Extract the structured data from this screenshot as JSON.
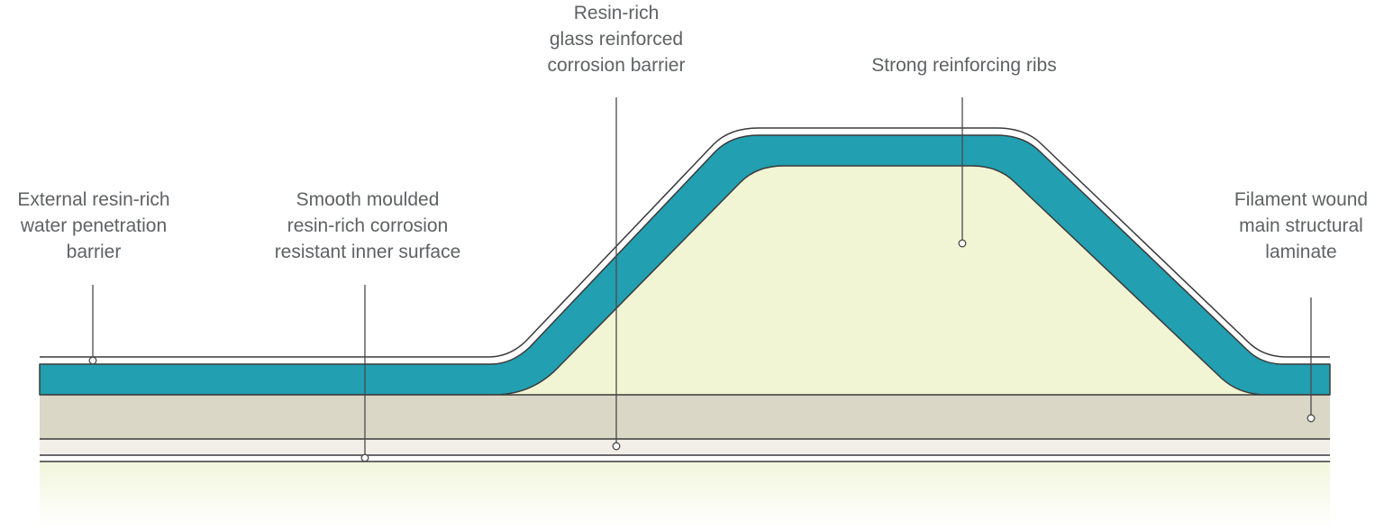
{
  "diagram": {
    "labels": {
      "external": {
        "lines": [
          "External resin-rich",
          "water penetration",
          "barrier"
        ]
      },
      "inner_surface": {
        "lines": [
          "Smooth moulded",
          "resin-rich corrosion",
          "resistant inner surface"
        ]
      },
      "corrosion_barrier": {
        "lines": [
          "Resin-rich",
          "glass reinforced",
          "corrosion barrier"
        ]
      },
      "ribs": {
        "lines": [
          "Strong reinforcing ribs"
        ]
      },
      "filament": {
        "lines": [
          "Filament wound",
          "main structural",
          "laminate"
        ]
      }
    },
    "colors": {
      "outer_barrier": "#229fb0",
      "rib_core": "#f1f5d4",
      "main_laminate": "#dad7c6",
      "corrosion_barrier_band": "#f1efe8",
      "inner_glow": "#f2f6dc",
      "outline": "#3a3a3a",
      "leader": "#4a4a4a",
      "text": "#5f6163"
    }
  }
}
